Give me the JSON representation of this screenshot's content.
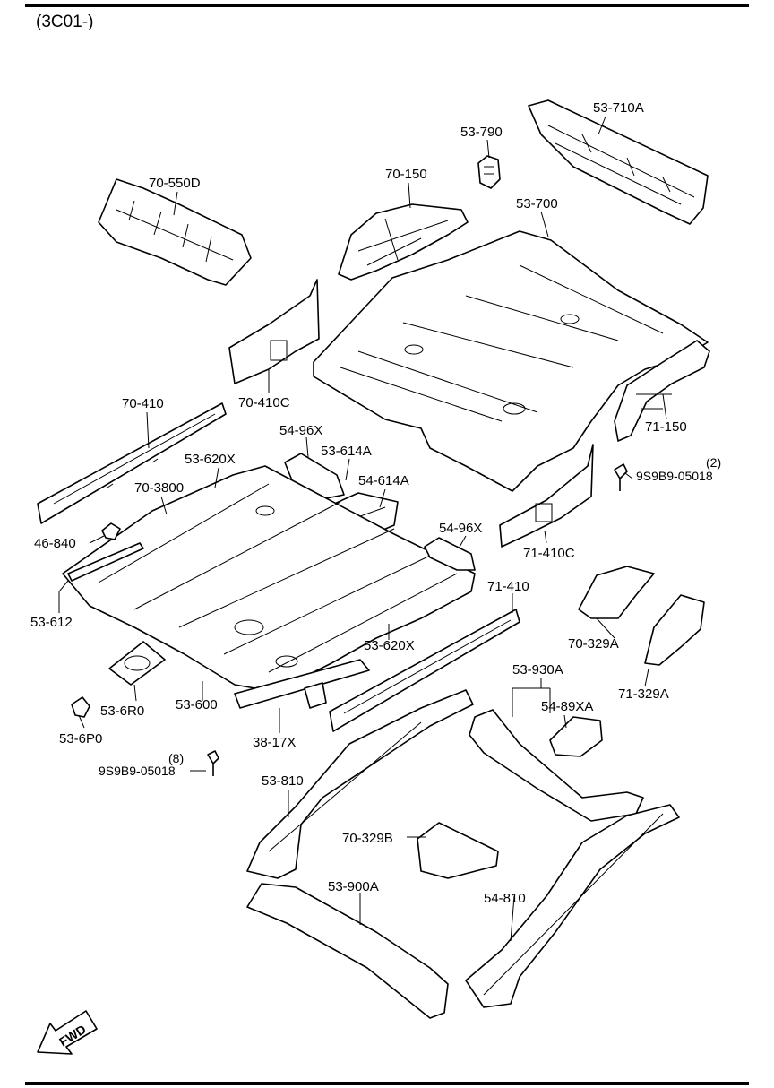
{
  "header": {
    "code": "(3C01-)"
  },
  "fwd_label": "FWD",
  "parts": [
    {
      "id": "p01",
      "label": "53-710A"
    },
    {
      "id": "p02",
      "label": "53-790"
    },
    {
      "id": "p03",
      "label": "70-550D"
    },
    {
      "id": "p04",
      "label": "70-150"
    },
    {
      "id": "p05",
      "label": "53-700"
    },
    {
      "id": "p06",
      "label": "70-410"
    },
    {
      "id": "p07",
      "label": "70-410C"
    },
    {
      "id": "p08",
      "label": "71-150"
    },
    {
      "id": "p09",
      "label": "54-96X"
    },
    {
      "id": "p10",
      "label": "53-614A"
    },
    {
      "id": "p11",
      "label": "53-620X"
    },
    {
      "id": "p12",
      "label": "54-614A"
    },
    {
      "id": "p13",
      "label": "70-3800"
    },
    {
      "id": "p14",
      "label": "9S9B9-05018"
    },
    {
      "id": "p15",
      "label": "46-840"
    },
    {
      "id": "p16",
      "label": "54-96X"
    },
    {
      "id": "p17",
      "label": "71-410C"
    },
    {
      "id": "p18",
      "label": "53-612"
    },
    {
      "id": "p19",
      "label": "71-410"
    },
    {
      "id": "p20",
      "label": "53-620X"
    },
    {
      "id": "p21",
      "label": "70-329A"
    },
    {
      "id": "p22",
      "label": "53-930A"
    },
    {
      "id": "p23",
      "label": "53-6R0"
    },
    {
      "id": "p24",
      "label": "53-600"
    },
    {
      "id": "p25",
      "label": "54-89XA"
    },
    {
      "id": "p26",
      "label": "71-329A"
    },
    {
      "id": "p27",
      "label": "53-6P0"
    },
    {
      "id": "p28",
      "label": "38-17X"
    },
    {
      "id": "p29",
      "label": "9S9B9-05018"
    },
    {
      "id": "p30",
      "label": "53-810"
    },
    {
      "id": "p31",
      "label": "70-329B"
    },
    {
      "id": "p32",
      "label": "53-900A"
    },
    {
      "id": "p33",
      "label": "54-810"
    }
  ],
  "quantities": {
    "q1": "(2)",
    "q2": "(8)"
  }
}
